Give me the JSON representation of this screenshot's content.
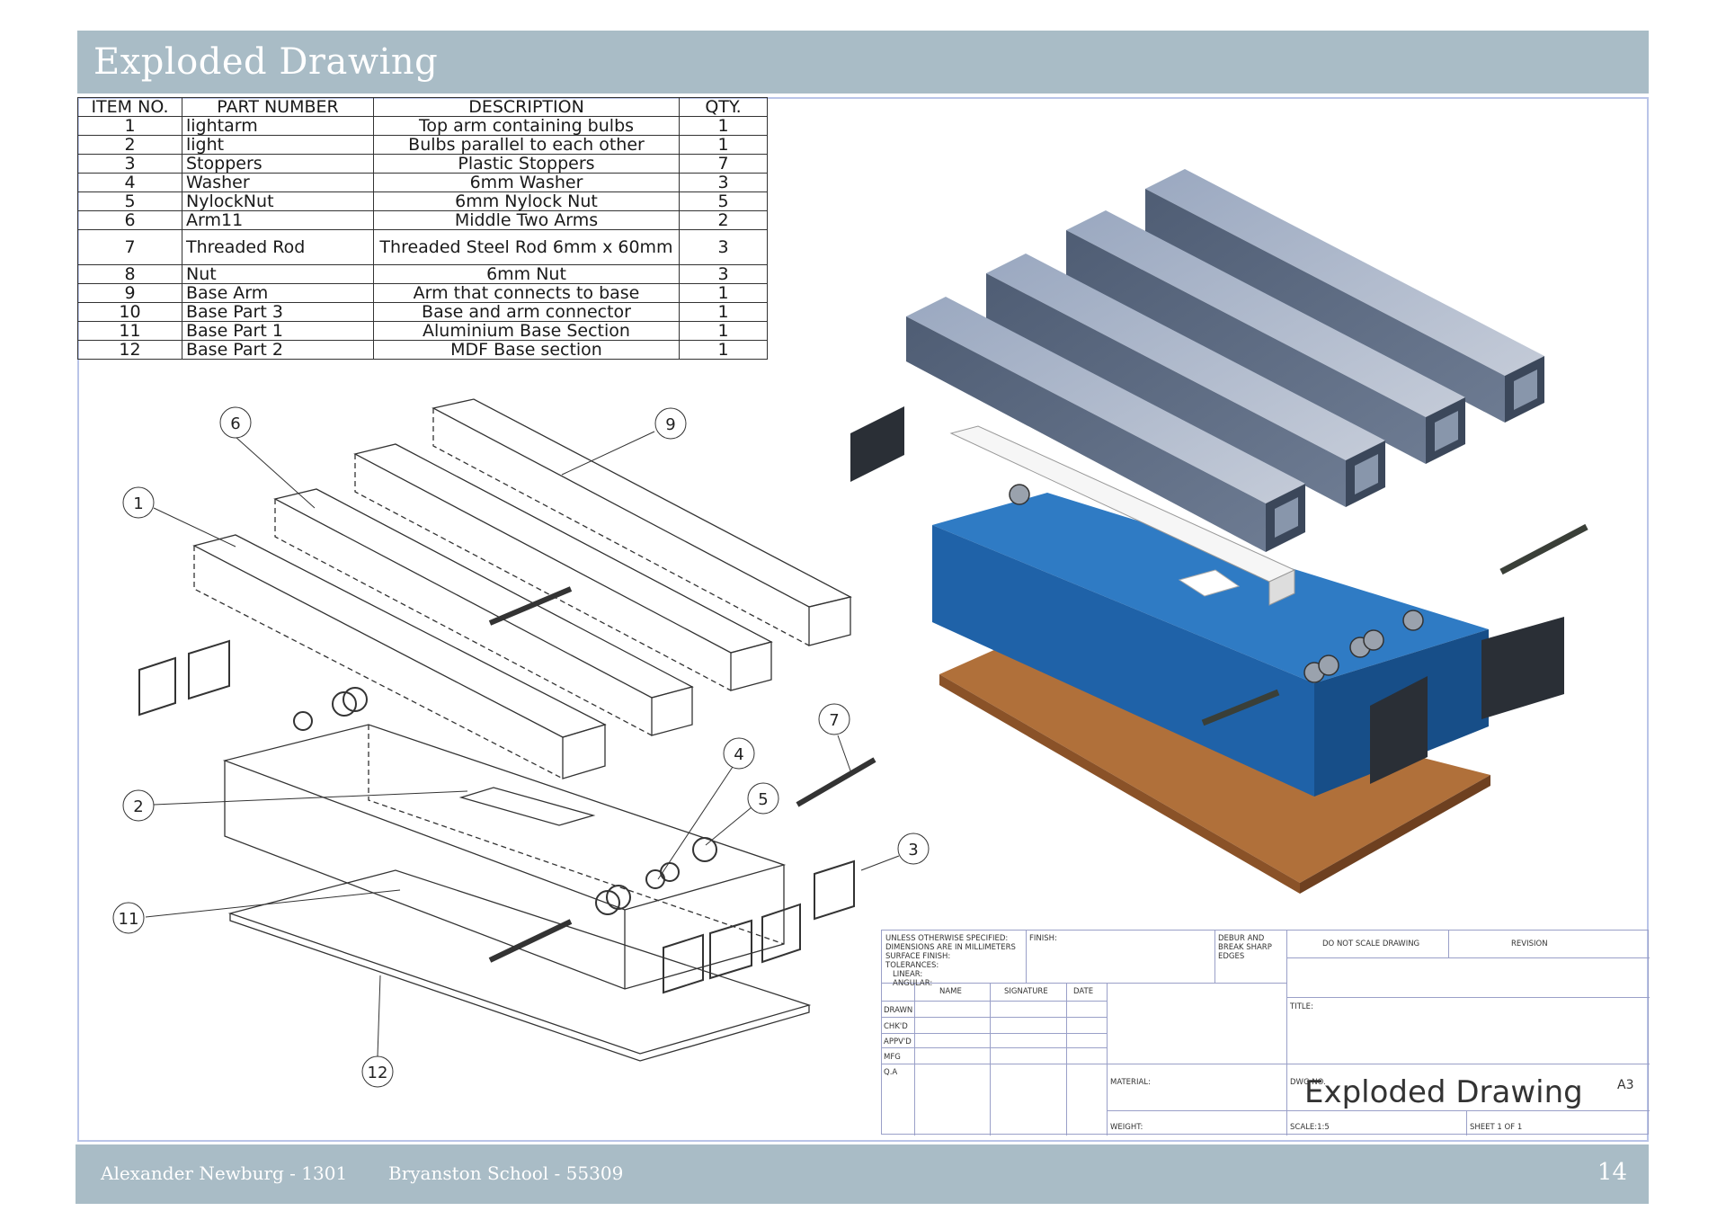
{
  "page_title": "Exploded Drawing",
  "bom": {
    "headers": [
      "ITEM NO.",
      "PART NUMBER",
      "DESCRIPTION",
      "QTY."
    ],
    "rows": [
      {
        "item": "1",
        "part": "lightarm",
        "desc": "Top arm containing bulbs",
        "qty": "1"
      },
      {
        "item": "2",
        "part": "light",
        "desc": "Bulbs parallel to each other",
        "qty": "1"
      },
      {
        "item": "3",
        "part": "Stoppers",
        "desc": "Plastic Stoppers",
        "qty": "7"
      },
      {
        "item": "4",
        "part": "Washer",
        "desc": "6mm Washer",
        "qty": "3"
      },
      {
        "item": "5",
        "part": "NylockNut",
        "desc": "6mm Nylock Nut",
        "qty": "5"
      },
      {
        "item": "6",
        "part": "Arm11",
        "desc": "Middle Two Arms",
        "qty": "2"
      },
      {
        "item": "7",
        "part": "Threaded Rod",
        "desc": "Threaded Steel Rod 6mm x 60mm",
        "qty": "3"
      },
      {
        "item": "8",
        "part": "Nut",
        "desc": "6mm Nut",
        "qty": "3"
      },
      {
        "item": "9",
        "part": "Base Arm",
        "desc": "Arm that connects to base",
        "qty": "1"
      },
      {
        "item": "10",
        "part": "Base Part 3",
        "desc": "Base and arm connector",
        "qty": "1"
      },
      {
        "item": "11",
        "part": "Base Part 1",
        "desc": "Aluminium Base Section",
        "qty": "1"
      },
      {
        "item": "12",
        "part": "Base Part 2",
        "desc": "MDF Base section",
        "qty": "1"
      }
    ]
  },
  "balloons": [
    "1",
    "2",
    "3",
    "4",
    "5",
    "6",
    "7",
    "9",
    "11",
    "12"
  ],
  "title_block": {
    "spec": [
      "UNLESS OTHERWISE SPECIFIED:",
      "DIMENSIONS ARE IN MILLIMETERS",
      "SURFACE FINISH:",
      "TOLERANCES:",
      "LINEAR:",
      "ANGULAR:"
    ],
    "finish": "FINISH:",
    "deburr": [
      "DEBUR AND",
      "BREAK SHARP",
      "EDGES"
    ],
    "do_not_scale": "DO NOT SCALE DRAWING",
    "revision": "REVISION",
    "col_name": "NAME",
    "col_signature": "SIGNATURE",
    "col_date": "DATE",
    "roles": [
      "DRAWN",
      "CHK'D",
      "APPV'D",
      "MFG",
      "Q.A"
    ],
    "title_label": "TITLE:",
    "material": "MATERIAL:",
    "dwg_no": "DWG NO.",
    "drawing_name": "Exploded Drawing",
    "sheet_size": "A3",
    "weight": "WEIGHT:",
    "scale": "SCALE:1:5",
    "sheet": "SHEET 1 OF 1"
  },
  "footer": {
    "author": "Alexander Newburg - 1301",
    "school": "Bryanston School - 55309",
    "page_number": "14"
  },
  "colors": {
    "banner": "#a9bcc6",
    "base_blue": "#1f62a8",
    "wood": "#b0703a",
    "arm_grey": "#7a8aa0"
  }
}
